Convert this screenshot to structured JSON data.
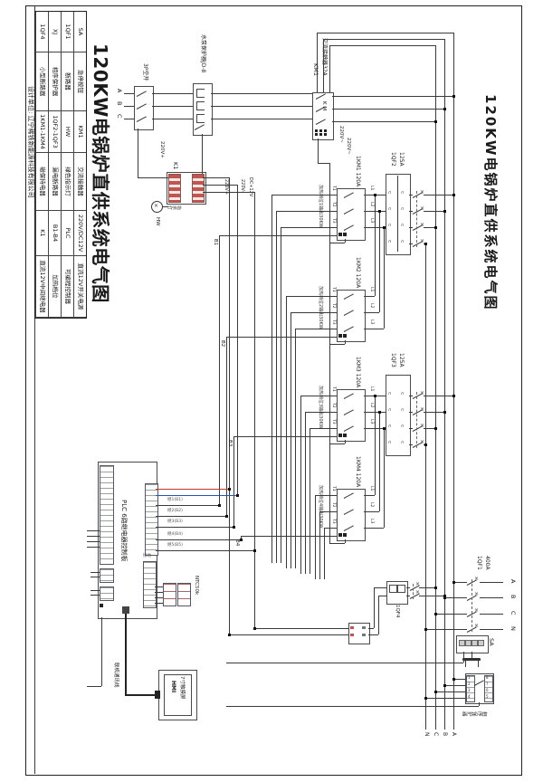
{
  "titles": {
    "left": "120KW电锅炉直供系统电气图",
    "right": "120KW电锅炉直供系统电气图",
    "company": "设计单位: 辽宁稀铁新能源科技有限公司"
  },
  "legend": {
    "rows": [
      [
        "SA",
        "急停按钮",
        "KM1",
        "交流接触器",
        "220V/DC12V",
        "直流12V开关电源"
      ],
      [
        "1QF1",
        "断路器",
        "HW",
        "绿色指示灯",
        "PLC",
        "可编程控制器"
      ],
      [
        "XJ",
        "相序保护器",
        "1QF2-1QF3",
        "漏电断路器",
        "B1-B4",
        "加热档位"
      ],
      [
        "1QF4",
        "小型断路器",
        "1KM1-1KM4",
        "磁保持电器",
        "K1",
        "直流12V中间继电器"
      ]
    ]
  },
  "top": {
    "phases": [
      "A",
      "B",
      "C"
    ],
    "breaker": "3P空开",
    "pump_protector": "水泵保护器JD-8",
    "km1_name": "KM1",
    "km1_desc": "交流接触器32A",
    "km1_letters": "K M",
    "v220_out": "220V~",
    "v220_out2": "220V~",
    "v220_plus_left": "220V+"
  },
  "control": {
    "k1": "K1",
    "hw": "HW",
    "indicator": "指示灯",
    "v220_plus": "220V+",
    "v220_minus": "220V-",
    "dc12": "DC+12V"
  },
  "heaters": {
    "t_labels": [
      "T1",
      "T2",
      "T3"
    ],
    "l_labels": [
      "L1",
      "L2",
      "L3"
    ],
    "qf2_name": "1QF2",
    "qf2_amp": "125A",
    "qf3_name": "1QF3",
    "qf3_amp": "125A",
    "blocks": [
      {
        "name": "1KM1 120A",
        "output": "加热档位1输出30KW",
        "tag": "B1"
      },
      {
        "name": "1KM2 120A",
        "output": "加热档位2输出30KW",
        "tag": "B2"
      },
      {
        "name": "1KM3 120A",
        "output": "加热档位3输出30KW",
        "tag": "B3"
      },
      {
        "name": "1KM4 120A",
        "output": "加热档位4输出30KW",
        "tag": "B4"
      }
    ]
  },
  "plc": {
    "title": "PLC 6路继电器控制板",
    "relay_labels": [
      "继1(B1)",
      "继2(B2)",
      "继3(B3)",
      "继4(B4)",
      "继5(B5)"
    ],
    "ground": "接地",
    "ntc": "NTC50k"
  },
  "hmi": {
    "name": "HMI",
    "desc": "7寸触摸屏",
    "comm": "联机通讯线"
  },
  "bottom": {
    "qf1_name": "1QF1",
    "qf1_amp": "400A",
    "qf4": "1QF4",
    "sa": "SA",
    "xj_label": "相序保护器",
    "incoming": [
      "A",
      "B",
      "C",
      "N"
    ],
    "bus_labels": [
      "N",
      "C",
      "B",
      "A"
    ],
    "xj_left": [
      "1",
      "2",
      "3",
      "4"
    ],
    "xj_right": [
      "8",
      "7",
      "6",
      "5"
    ]
  }
}
